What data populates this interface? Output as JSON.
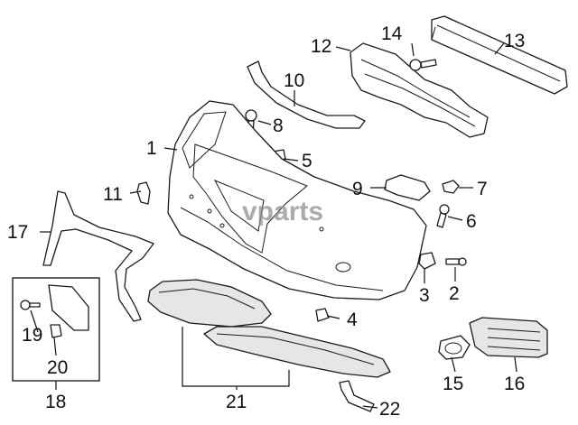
{
  "watermark": "vparts",
  "callouts": {
    "c1": "1",
    "c2": "2",
    "c3": "3",
    "c4": "4",
    "c5": "5",
    "c6": "6",
    "c7": "7",
    "c8": "8",
    "c9": "9",
    "c10": "10",
    "c11": "11",
    "c12": "12",
    "c13": "13",
    "c14": "14",
    "c15": "15",
    "c16": "16",
    "c17": "17",
    "c18": "18",
    "c19": "19",
    "c20": "20",
    "c21": "21",
    "c22": "22"
  }
}
